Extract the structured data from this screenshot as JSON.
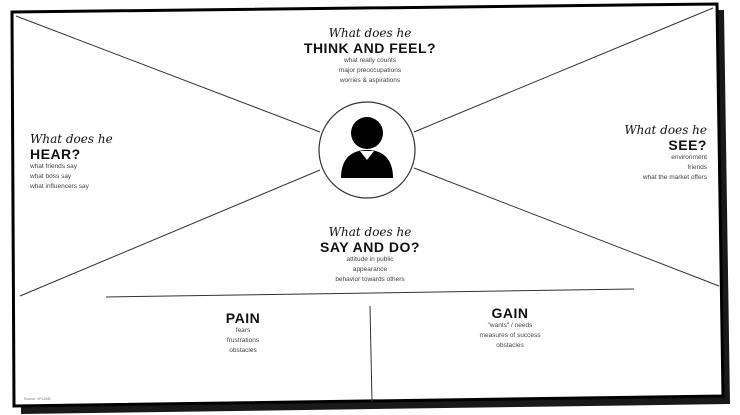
{
  "think": {
    "script": "What does he",
    "title": "THINK AND FEEL?",
    "items": [
      "what really counts",
      "major preoccupations",
      "worries & aspirations"
    ]
  },
  "hear": {
    "script": "What does he",
    "title": "HEAR?",
    "items": [
      "what friends say",
      "what boss say",
      "what influencers say"
    ]
  },
  "see": {
    "script": "What does he",
    "title": "SEE?",
    "items": [
      "environment",
      "friends",
      "what the market offers"
    ]
  },
  "say": {
    "script": "What does he",
    "title": "SAY AND DO?",
    "items": [
      "attitude in public",
      "appearance",
      "behavior towards others"
    ]
  },
  "pain": {
    "title": "PAIN",
    "items": [
      "fears",
      "frustrations",
      "obstacles"
    ]
  },
  "gain": {
    "title": "GAIN",
    "items": [
      "\"wants\" / needs",
      "measures of success",
      "obstacles"
    ]
  },
  "icons": {
    "center": "person-avatar-icon"
  },
  "source": "Source: XPLANE"
}
